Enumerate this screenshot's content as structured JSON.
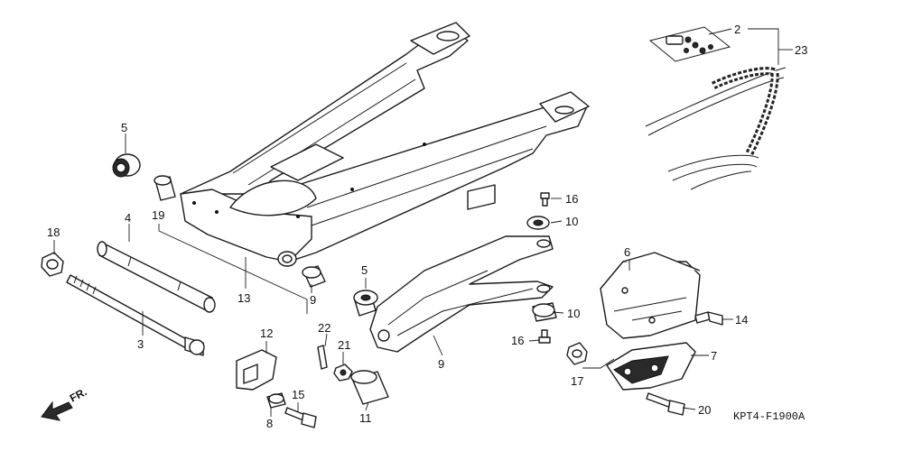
{
  "diagram_code": "KPT4-F1900A",
  "front_marker": "FR.",
  "labels": {
    "l2": "2",
    "l23": "23",
    "l5": "5",
    "l19": "19",
    "l4": "4",
    "l18": "18",
    "l13": "13",
    "l9a": "9",
    "l3": "3",
    "l16a": "16",
    "l10a": "10",
    "l5b": "5",
    "l10b": "10",
    "l16b": "16",
    "l9b": "9",
    "l6": "6",
    "l14": "14",
    "l7": "7",
    "l17": "17",
    "l20": "20",
    "l12": "12",
    "l22": "22",
    "l21": "21",
    "l15": "15",
    "l8": "8",
    "l11": "11"
  }
}
